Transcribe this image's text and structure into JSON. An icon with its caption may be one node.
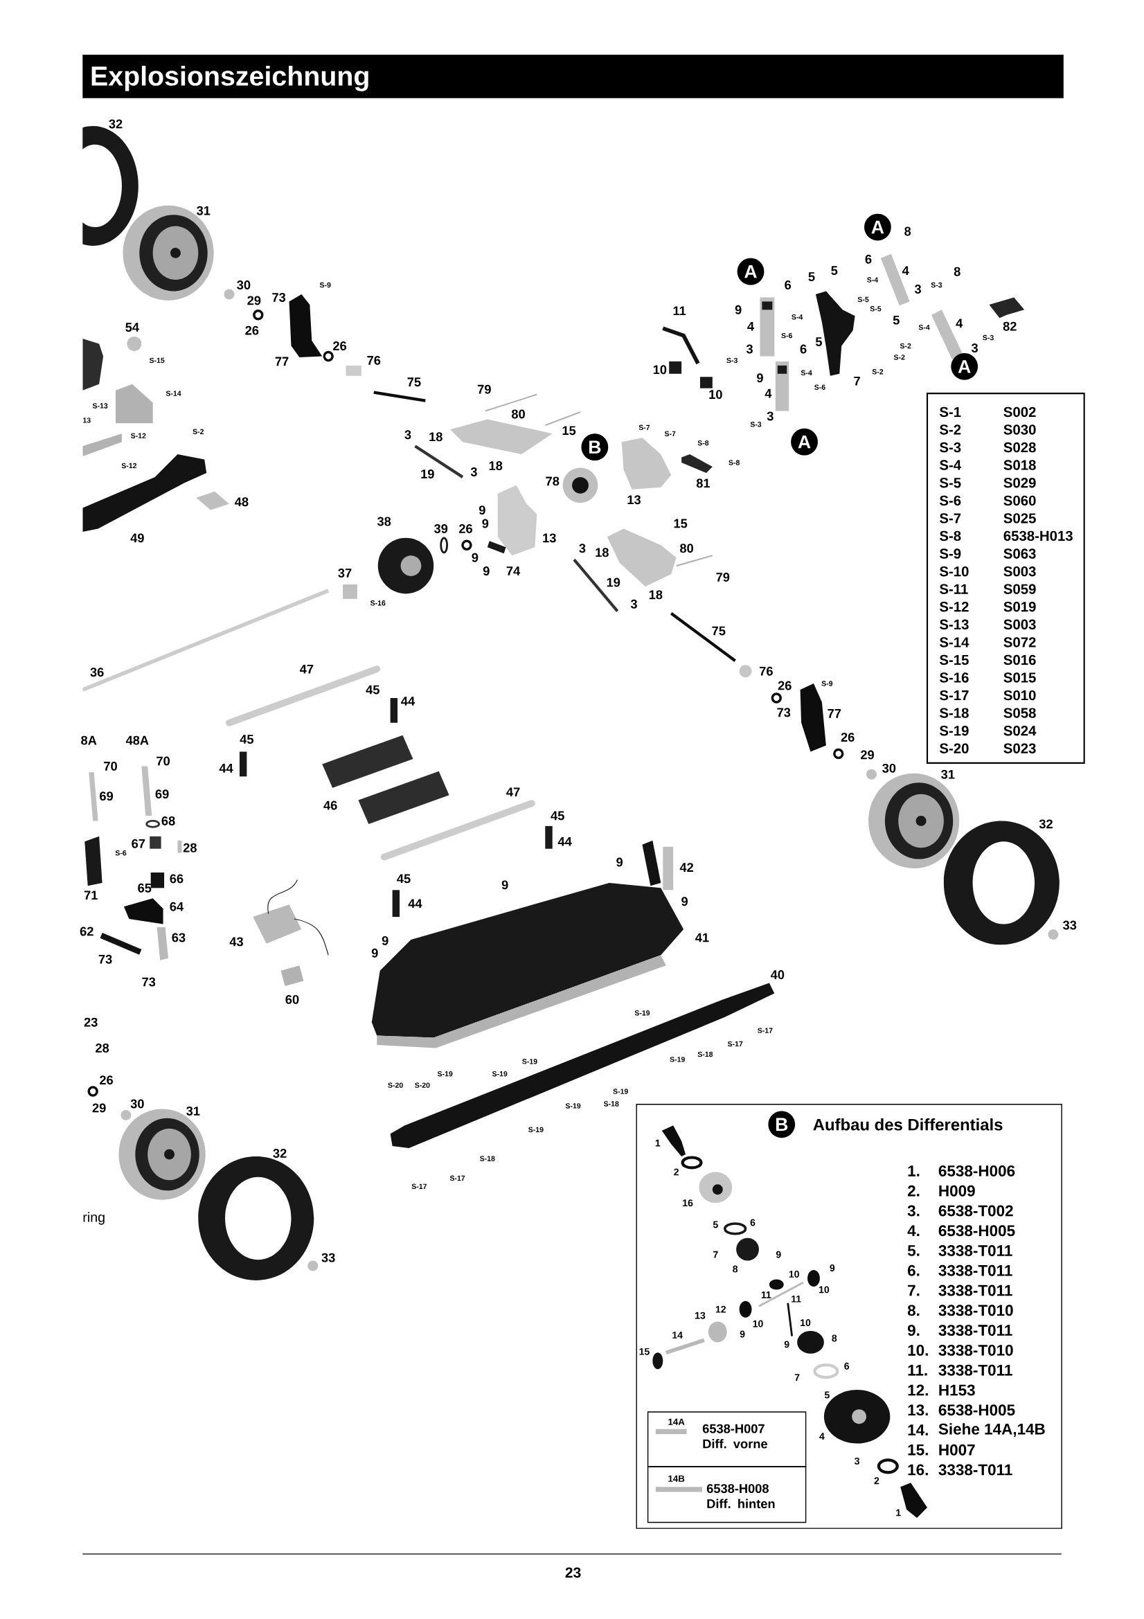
{
  "diagram": {
    "title": "Explosionszeichnung",
    "nodes": [
      {
        "text": [
          "Aufbau des Differentials"
        ]
      },
      {
        "text": [
          "6538-H007 Diff. vorne"
        ],
        "in": 0
      },
      {
        "text": [
          "6538-H008 Diff. hinten"
        ],
        "in": 0
      }
    ],
    "labels": [
      "32",
      "31",
      "30",
      "S-9",
      "73",
      "29",
      "26",
      "54",
      "26",
      "S-15",
      "77",
      "76",
      "75",
      "79",
      "S-14",
      "S-13",
      "80",
      "13",
      "15",
      "S-2",
      "3",
      "18",
      "S-12",
      "S-12",
      "18",
      "3",
      "19",
      "78",
      "48",
      "9",
      "38",
      "9",
      "39",
      "26",
      "49",
      "13",
      "9",
      "9",
      "74",
      "37",
      "S-16",
      "36",
      "A",
      "8",
      "A",
      "6",
      "5",
      "5",
      "6",
      "4",
      "S-4",
      "8",
      "3",
      "S-3",
      "S-5",
      "S-5",
      "11",
      "9",
      "S-4",
      "5",
      "4",
      "82",
      "4",
      "S-4",
      "S-6",
      "S-3",
      "3",
      "6",
      "5",
      "S-2",
      "3",
      "S-2",
      "S-3",
      "A",
      "10",
      "S-2",
      "S-4",
      "9",
      "7",
      "S-6",
      "4",
      "10",
      "3",
      "S-3",
      "S-7",
      "S-7",
      "A",
      "S-8",
      "B",
      "S-8",
      "81",
      "13",
      "15",
      "3",
      "80",
      "18",
      "79",
      "19",
      "18",
      "3",
      "75",
      "76",
      "S-9",
      "26",
      "73",
      "77",
      "26",
      "29",
      "30",
      "31",
      "32",
      "33",
      "S-1",
      "S002",
      "S-2",
      "S030",
      "S-3",
      "S028",
      "S-4",
      "S018",
      "S-5",
      "S029",
      "S-6",
      "S060",
      "S-7",
      "S025",
      "S-8",
      "6538-H013",
      "S-9",
      "S063",
      "S-10",
      "S003",
      "S-11",
      "S059",
      "S-12",
      "S019",
      "S-13",
      "S003",
      "S-14",
      "S072",
      "S-15",
      "S016",
      "S-16",
      "S015",
      "S-17",
      "S010",
      "S-18",
      "S058",
      "S-19",
      "S024",
      "S-20",
      "S023",
      "47",
      "45",
      "44",
      "45",
      "8A",
      "48A",
      "70",
      "70",
      "44",
      "69",
      "69",
      "47",
      "46",
      "45",
      "68",
      "44",
      "67",
      "28",
      "S-6",
      "9",
      "42",
      "45",
      "66",
      "9",
      "65",
      "71",
      "9",
      "44",
      "64",
      "62",
      "63",
      "41",
      "9",
      "43",
      "9",
      "73",
      "40",
      "73",
      "60",
      "S-19",
      "23",
      "S-17",
      "S-17",
      "28",
      "S-18",
      "S-19",
      "S-19",
      "S-19",
      "S-19",
      "26",
      "S-20",
      "S-20",
      "S-19",
      "S-18",
      "30",
      "S-19",
      "29",
      "31",
      "S-19",
      "32",
      "S-18",
      "S-17",
      "S-17",
      "ring",
      "33",
      "B",
      "1",
      "2",
      "16",
      "6",
      "5",
      "9",
      "7",
      "9",
      "8",
      "10",
      "10",
      "11",
      "11",
      "12",
      "13",
      "10",
      "10",
      "9",
      "14",
      "8",
      "9",
      "15",
      "6",
      "7",
      "5",
      "4",
      "3",
      "2",
      "1",
      "1.",
      "6538-H006",
      "2.",
      "H009",
      "3.",
      "6538-T002",
      "4.",
      "6538-H005",
      "5.",
      "3338-T011",
      "6.",
      "3338-T011",
      "7.",
      "3338-T011",
      "8.",
      "3338-T010",
      "9.",
      "3338-T011",
      "10.",
      "3338-T010",
      "11.",
      "3338-T011",
      "12.",
      "H153",
      "13.",
      "6538-H005",
      "14.",
      "Siehe 14A,14B",
      "15.",
      "H007",
      "16.",
      "3338-T011",
      "14A",
      "14B",
      "23"
    ]
  }
}
